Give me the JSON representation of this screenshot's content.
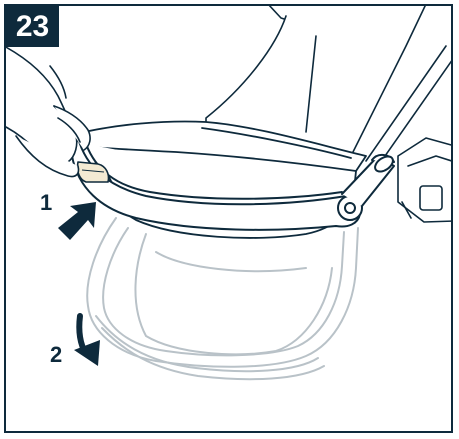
{
  "step": {
    "number": "23"
  },
  "callouts": [
    {
      "label": "1",
      "arrow": "arrow-up-right"
    },
    {
      "label": "2",
      "arrow": "arrow-curved-down"
    }
  ],
  "colors": {
    "line": "#0e2a3c",
    "ghost": "#b9c2c8",
    "highlight": "#f3ead3",
    "background": "#ffffff"
  }
}
